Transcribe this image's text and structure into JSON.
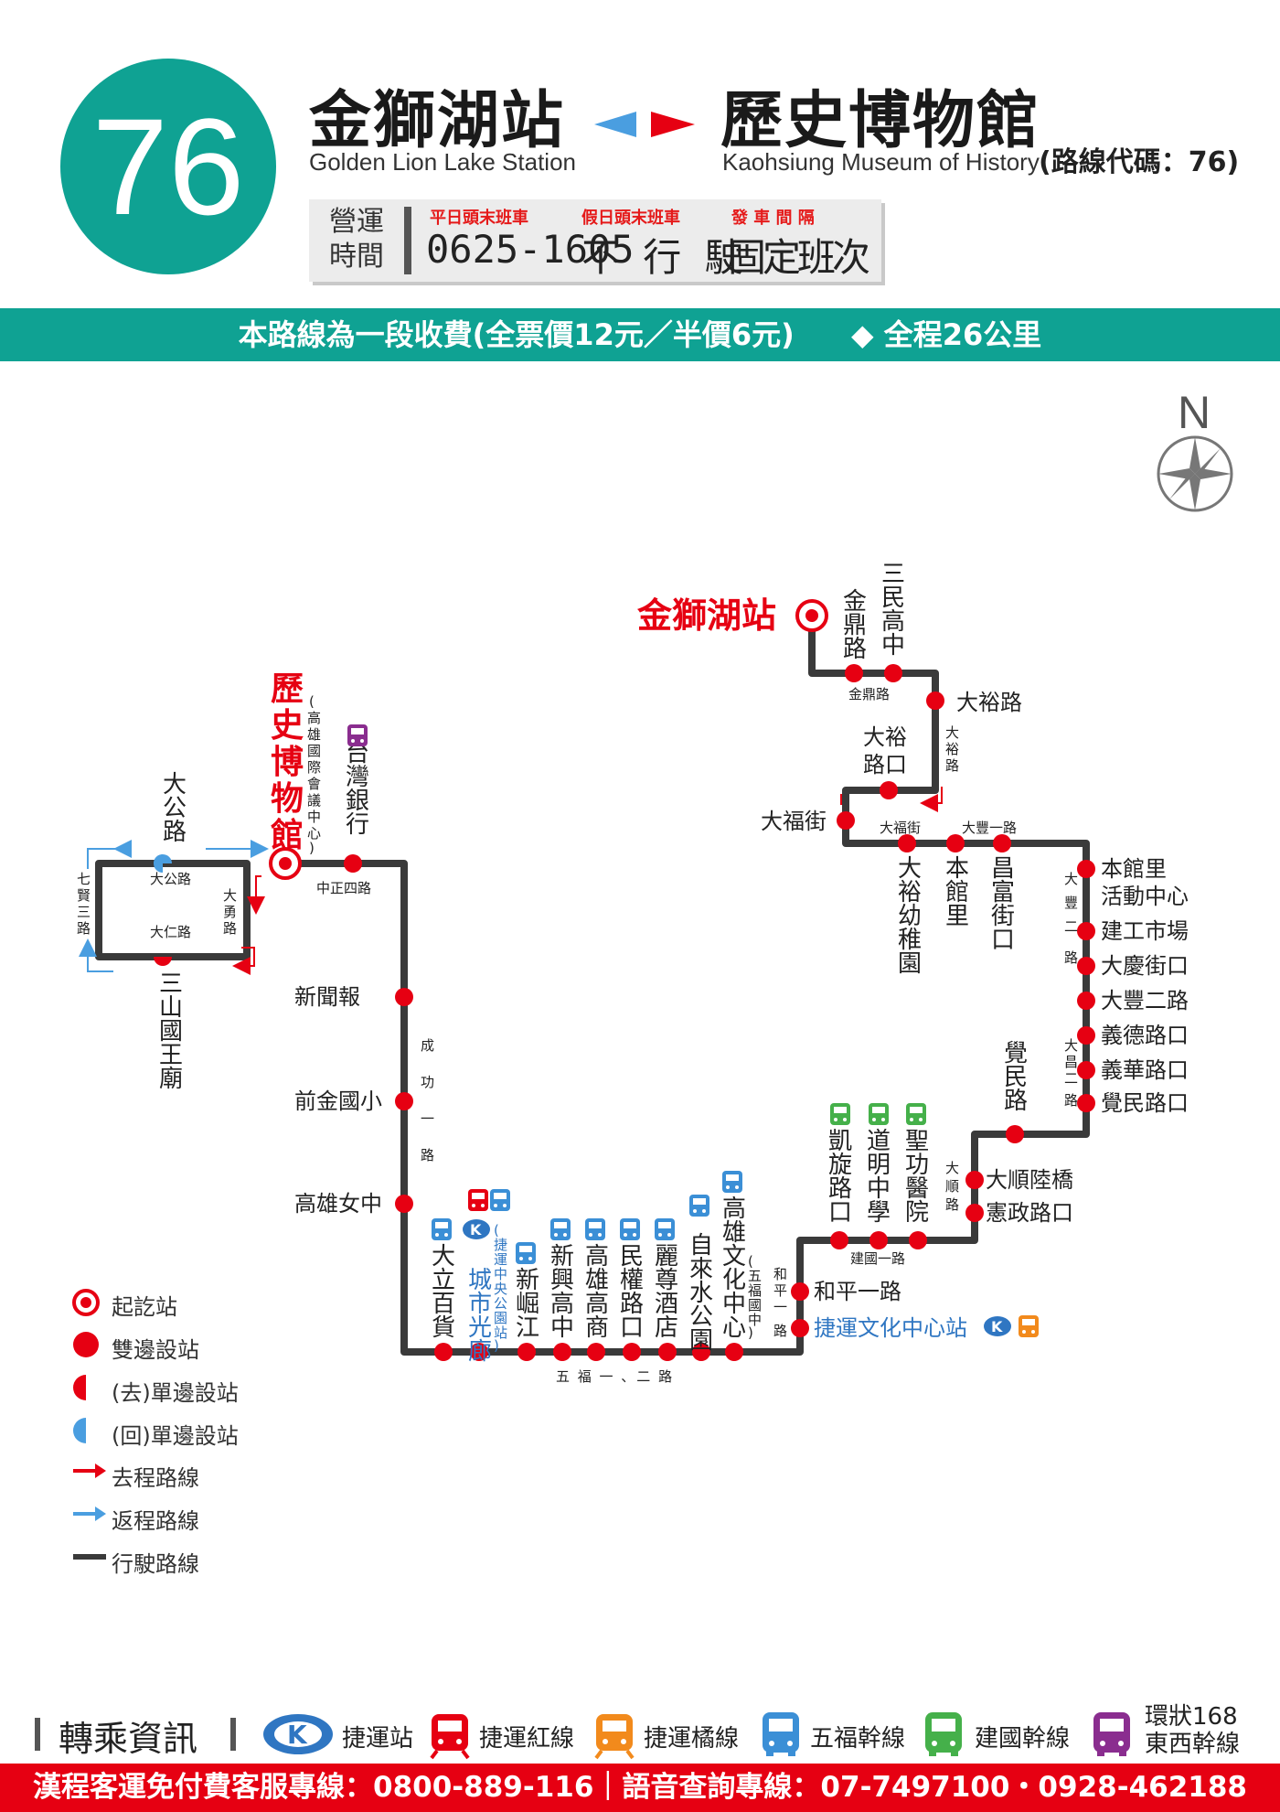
{
  "header": {
    "route_number": "76",
    "origin_zh": "金獅湖站",
    "origin_en": "Golden Lion Lake Station",
    "destination_zh": "歷史博物館",
    "destination_en": "Kaohsiung Museum of History",
    "route_code": "(路線代碼：76)"
  },
  "hours": {
    "label_line1": "營運",
    "label_line2": "時間",
    "weekday_head": "平日頭末班車",
    "weekday_value": "0625-1605",
    "holiday_head": "假日頭末班車",
    "holiday_value": "不 行 駛",
    "interval_head": "發 車 間 隔",
    "interval_value": "固定班次"
  },
  "fare": {
    "text": "本路線為一段收費(全票價12元／半價6元)",
    "distance": "◆ 全程26公里"
  },
  "compass": {
    "letter": "N"
  },
  "terminals": {
    "start": "金獅湖站",
    "end": "歷史博物館",
    "end_note": "(高雄國際會議中心)"
  },
  "stops": {
    "jinding": "金鼎路",
    "sanmin": "三民高中",
    "dayu_rd": "大裕路",
    "dayu_kou": "大裕路口",
    "dafu": "大福街",
    "dayu_kindergarten": "大裕幼稚園",
    "benguan": "本館里",
    "changfu": "昌富街口",
    "benguan_center": "本館里活動中心",
    "jiangong": "建工市場",
    "daqing": "大慶街口",
    "dafeng2": "大豐二路",
    "yide": "義德路口",
    "yihua": "義華路口",
    "juemin_kou": "覺民路口",
    "juemin": "覺民路",
    "dashun": "大順陸橋",
    "xianzheng": "憲政路口",
    "shenggong": "聖功醫院",
    "daoming": "道明中學",
    "kaixuan": "凱旋路口",
    "heping1": "和平一路",
    "mrt_culture": "捷運文化中心站",
    "culture_center": "高雄文化中心",
    "culture_note": "(五福國中)",
    "waterpark": "自來水公園",
    "lizun": "麗尊酒店",
    "minquan": "民權路口",
    "kaoshang": "高雄高商",
    "xinxing": "新興高中",
    "xinjue": "新堀江",
    "city_gallery": "城市光廊",
    "city_gallery_note": "(捷運中央公園站)",
    "dali": "大立百貨",
    "girls_hs": "高雄女中",
    "qianjin": "前金國小",
    "news": "新聞報",
    "bank": "台灣銀行",
    "dagong": "大公路",
    "sanshan": "三山國王廟"
  },
  "roads": {
    "jinding": "金鼎路",
    "dayu": "大裕路",
    "dafu": "大福街",
    "dafeng1": "大豐一路",
    "dafeng2": "大豐二路",
    "dachang2": "大昌二路",
    "dashun": "大順路",
    "jianguo1": "建國一路",
    "heping1": "和平一路",
    "wufu": "五 福 一 、二 路",
    "chenggong": "成功一路",
    "zhongzheng4": "中正四路",
    "dagong": "大公路",
    "dayong": "大勇路",
    "daren": "大仁路",
    "qixian3": "七賢三路"
  },
  "legend": [
    "起訖站",
    "雙邊設站",
    "(去)單邊設站",
    "(回)單邊設站",
    "去程路線",
    "返程路線",
    "行駛路線"
  ],
  "transfer": {
    "title": "轉乘資訊",
    "items": [
      "捷運站",
      "捷運紅線",
      "捷運橘線",
      "五福幹線",
      "建國幹線"
    ],
    "last_line1": "環狀168",
    "last_line2": "東西幹線"
  },
  "hotline": {
    "text": "漢程客運免付費客服專線：0800-889-116｜語音查詢專線：07-7497100・0928-462188"
  },
  "colors": {
    "teal": "#0fa293",
    "stop_red": "#e60012",
    "return_blue": "#4a9ee0",
    "route_dark": "#3a3a3a",
    "wufu_blue": "#3b8fd6",
    "jianguo_green": "#45b04a",
    "circular_purple": "#8a2d8f",
    "mrt_orange": "#f28a1c"
  }
}
